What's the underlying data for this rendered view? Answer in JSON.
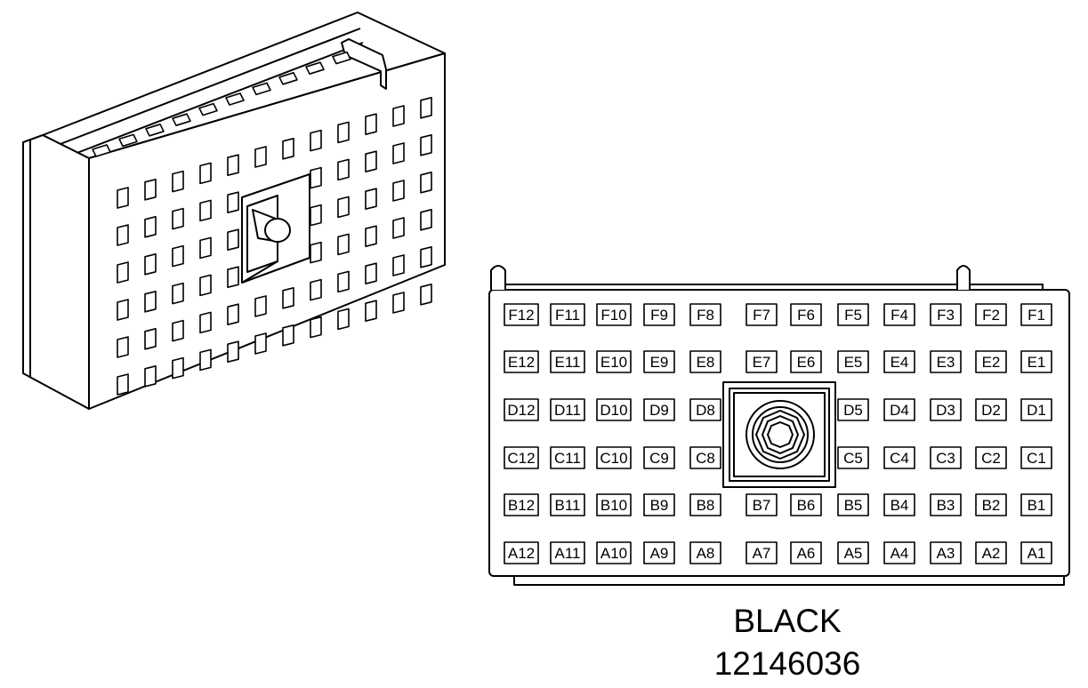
{
  "connector": {
    "color_label": "BLACK",
    "part_number": "12146036",
    "rows": [
      {
        "row": "F",
        "cavities": [
          "F12",
          "F11",
          "F10",
          "F9",
          "F8",
          "F7",
          "F6",
          "F5",
          "F4",
          "F3",
          "F2",
          "F1"
        ]
      },
      {
        "row": "E",
        "cavities": [
          "E12",
          "E11",
          "E10",
          "E9",
          "E8",
          "E7",
          "E6",
          "E5",
          "E4",
          "E3",
          "E2",
          "E1"
        ]
      },
      {
        "row": "D",
        "cavities": [
          "D12",
          "D11",
          "D10",
          "D9",
          "D8",
          "D5",
          "D4",
          "D3",
          "D2",
          "D1"
        ]
      },
      {
        "row": "C",
        "cavities": [
          "C12",
          "C11",
          "C10",
          "C9",
          "C8",
          "C5",
          "C4",
          "C3",
          "C2",
          "C1"
        ]
      },
      {
        "row": "B",
        "cavities": [
          "B12",
          "B11",
          "B10",
          "B9",
          "B8",
          "B7",
          "B6",
          "B5",
          "B4",
          "B3",
          "B2",
          "B1"
        ]
      },
      {
        "row": "A",
        "cavities": [
          "A12",
          "A11",
          "A10",
          "A9",
          "A8",
          "A7",
          "A6",
          "A5",
          "A4",
          "A3",
          "A2",
          "A1"
        ]
      }
    ]
  }
}
